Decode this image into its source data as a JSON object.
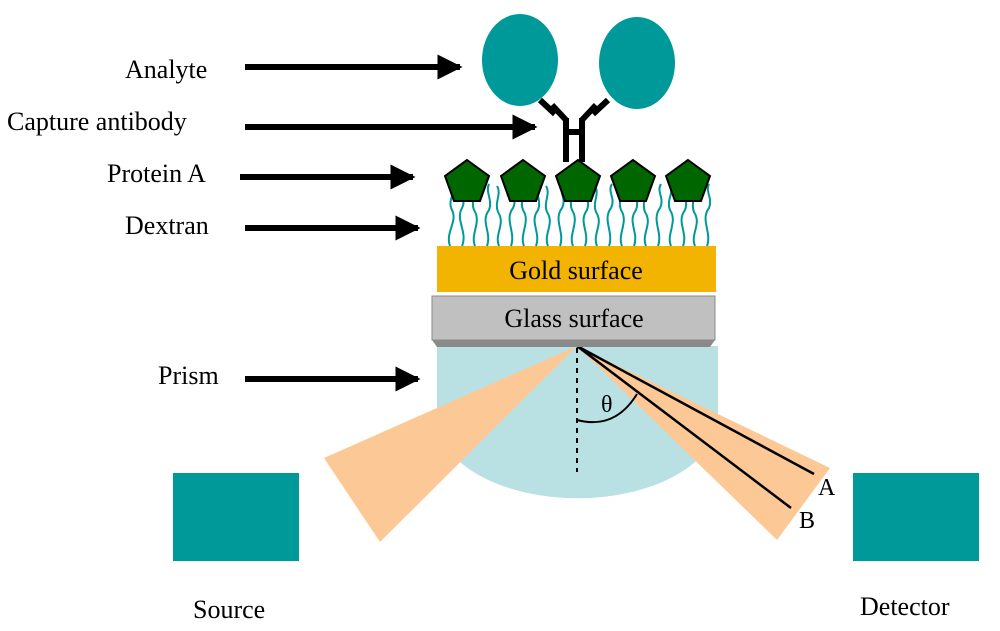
{
  "labels": {
    "analyte": "Analyte",
    "capture_antibody": "Capture antibody",
    "protein_a": "Protein A",
    "dextran": "Dextran",
    "prism": "Prism",
    "gold_surface": "Gold surface",
    "glass_surface": "Glass surface",
    "theta": "θ",
    "ray_a": "A",
    "ray_b": "B",
    "source": "Source",
    "detector": "Detector"
  },
  "colors": {
    "analyte": "#009999",
    "protein_a": "#006600",
    "dextran": "#009999",
    "gold": "#f2b400",
    "glass": "#c0c0c0",
    "prism": "#b9e0e3",
    "beam": "#fcc996",
    "box": "#009999"
  }
}
